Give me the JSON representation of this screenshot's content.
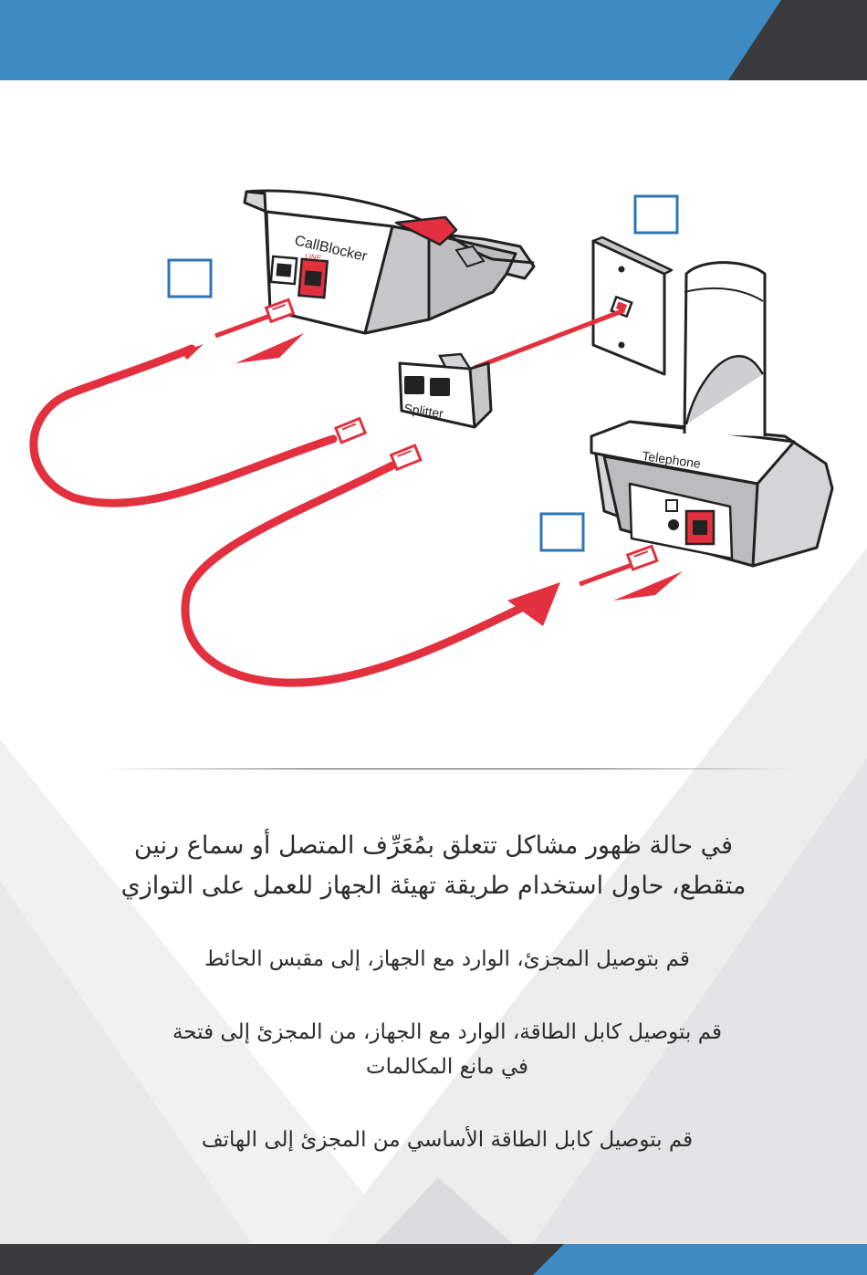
{
  "colors": {
    "header_blue": "#3e8ac3",
    "header_dark": "#3a3a3c",
    "cable_red": "#e3303f",
    "step_box": "#2f74b5",
    "device_gray": "#d6d6d8"
  },
  "diagram": {
    "callblocker_label": "CallBlocker",
    "line_label": "LINE",
    "splitter_label": "Splitter",
    "telephone_label": "Telephone"
  },
  "text": {
    "intro_line1": "في حالة ظهور مشاكل تتعلق بمُعَرِّف المتصل أو سماع رنين",
    "intro_line2": "متقطع، حاول استخدام طريقة تهيئة الجهاز للعمل على التوازي",
    "step1": "قم بتوصيل المجزئ، الوارد مع الجهاز، إلى مقبس الحائط",
    "step2_line1": "قم بتوصيل كابل الطاقة، الوارد مع الجهاز، من المجزئ إلى فتحة",
    "step2_line2": "في مانع المكالمات",
    "step3": "قم بتوصيل كابل الطاقة الأساسي من المجزئ إلى الهاتف"
  }
}
